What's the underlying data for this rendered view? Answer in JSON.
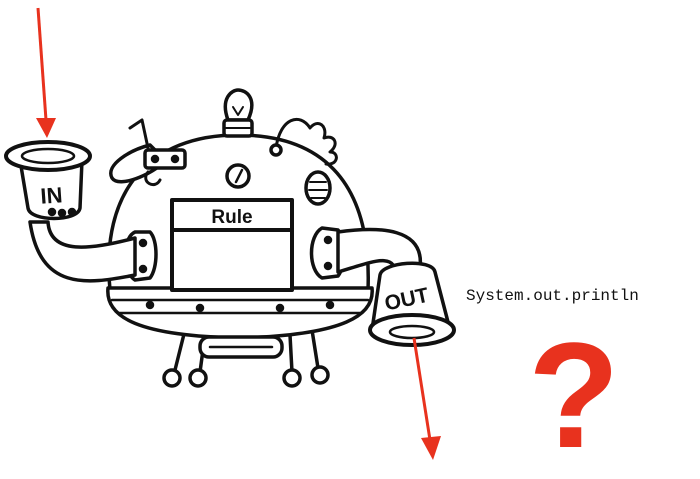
{
  "machine": {
    "in_label": "IN",
    "out_label": "OUT",
    "rule_label": "Rule"
  },
  "code_text": "System.out.println",
  "question_mark": "?",
  "colors": {
    "arrow": "#e8321e",
    "question": "#e8321e",
    "ink": "#111111"
  }
}
